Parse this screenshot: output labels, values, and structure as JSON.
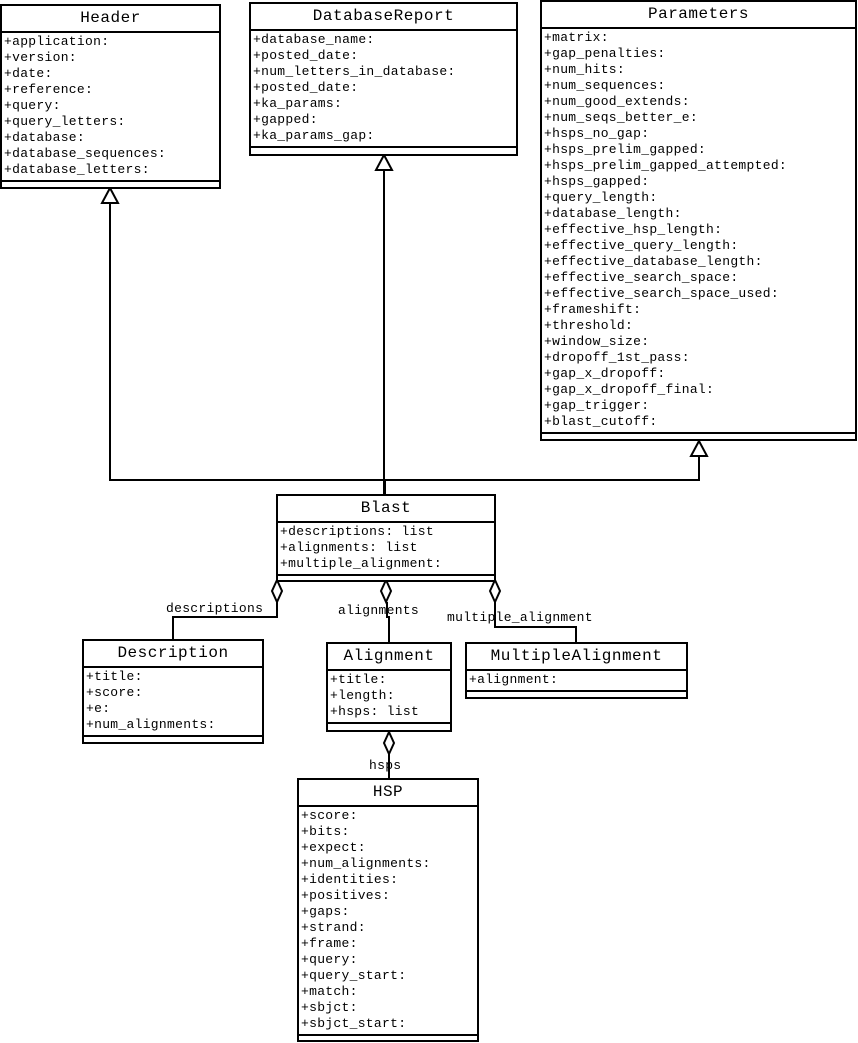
{
  "classes": {
    "header": {
      "name": "Header",
      "attributes": [
        "+application:",
        "+version:",
        "+date:",
        "+reference:",
        "+query:",
        "+query_letters:",
        "+database:",
        "+database_sequences:",
        "+database_letters:"
      ]
    },
    "database_report": {
      "name": "DatabaseReport",
      "attributes": [
        "+database_name:",
        "+posted_date:",
        "+num_letters_in_database:",
        "+posted_date:",
        "+ka_params:",
        "+gapped:",
        "+ka_params_gap:"
      ]
    },
    "parameters": {
      "name": "Parameters",
      "attributes": [
        "+matrix:",
        "+gap_penalties:",
        "+num_hits:",
        "+num_sequences:",
        "+num_good_extends:",
        "+num_seqs_better_e:",
        "+hsps_no_gap:",
        "+hsps_prelim_gapped:",
        "+hsps_prelim_gapped_attempted:",
        "+hsps_gapped:",
        "+query_length:",
        "+database_length:",
        "+effective_hsp_length:",
        "+effective_query_length:",
        "+effective_database_length:",
        "+effective_search_space:",
        "+effective_search_space_used:",
        "+frameshift:",
        "+threshold:",
        "+window_size:",
        "+dropoff_1st_pass:",
        "+gap_x_dropoff:",
        "+gap_x_dropoff_final:",
        "+gap_trigger:",
        "+blast_cutoff:"
      ]
    },
    "blast": {
      "name": "Blast",
      "attributes": [
        "+descriptions: list",
        "+alignments: list",
        "+multiple_alignment:"
      ]
    },
    "description": {
      "name": "Description",
      "attributes": [
        "+title:",
        "+score:",
        "+e:",
        "+num_alignments:"
      ]
    },
    "alignment": {
      "name": "Alignment",
      "attributes": [
        "+title:",
        "+length:",
        "+hsps: list"
      ]
    },
    "multiple_alignment": {
      "name": "MultipleAlignment",
      "attributes": [
        "+alignment:"
      ]
    },
    "hsp": {
      "name": "HSP",
      "attributes": [
        "+score:",
        "+bits:",
        "+expect:",
        "+num_alignments:",
        "+identities:",
        "+positives:",
        "+gaps:",
        "+strand:",
        "+frame:",
        "+query:",
        "+query_start:",
        "+match:",
        "+sbjct:",
        "+sbjct_start:"
      ]
    }
  },
  "relations": {
    "generalizations": [
      {
        "from": "Blast",
        "to": "Header"
      },
      {
        "from": "Blast",
        "to": "DatabaseReport"
      },
      {
        "from": "Blast",
        "to": "Parameters"
      }
    ],
    "aggregations": [
      {
        "whole": "Blast",
        "part": "Description",
        "label": "descriptions"
      },
      {
        "whole": "Blast",
        "part": "Alignment",
        "label": "alignments"
      },
      {
        "whole": "Blast",
        "part": "MultipleAlignment",
        "label": "multiple_alignment"
      },
      {
        "whole": "Alignment",
        "part": "HSP",
        "label": "hsps"
      }
    ]
  }
}
